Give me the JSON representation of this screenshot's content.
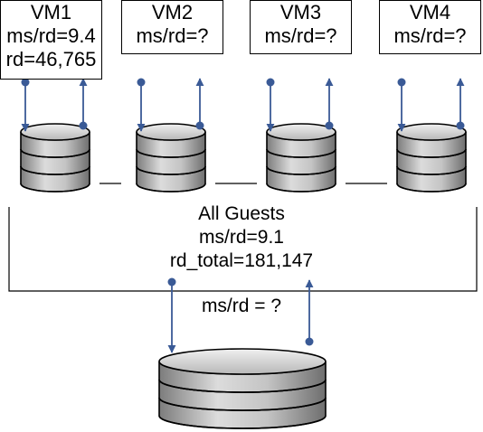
{
  "vms": [
    {
      "name": "VM1",
      "ms_rd": "ms/rd=9.4",
      "rd": "rd=46,765"
    },
    {
      "name": "VM2",
      "ms_rd": "ms/rd=?"
    },
    {
      "name": "VM3",
      "ms_rd": "ms/rd=?"
    },
    {
      "name": "VM4",
      "ms_rd": "ms/rd=?"
    }
  ],
  "all_guests": {
    "title": "All Guests",
    "ms_rd": "ms/rd=9.1",
    "rd_total": "rd_total=181,147"
  },
  "storage": {
    "ms_rd": "ms/rd = ?"
  },
  "colors": {
    "arrow": "#3a5a96",
    "disk_light": "#d8d8d8",
    "disk_dark": "#8a8a8a",
    "outline": "#000000"
  }
}
